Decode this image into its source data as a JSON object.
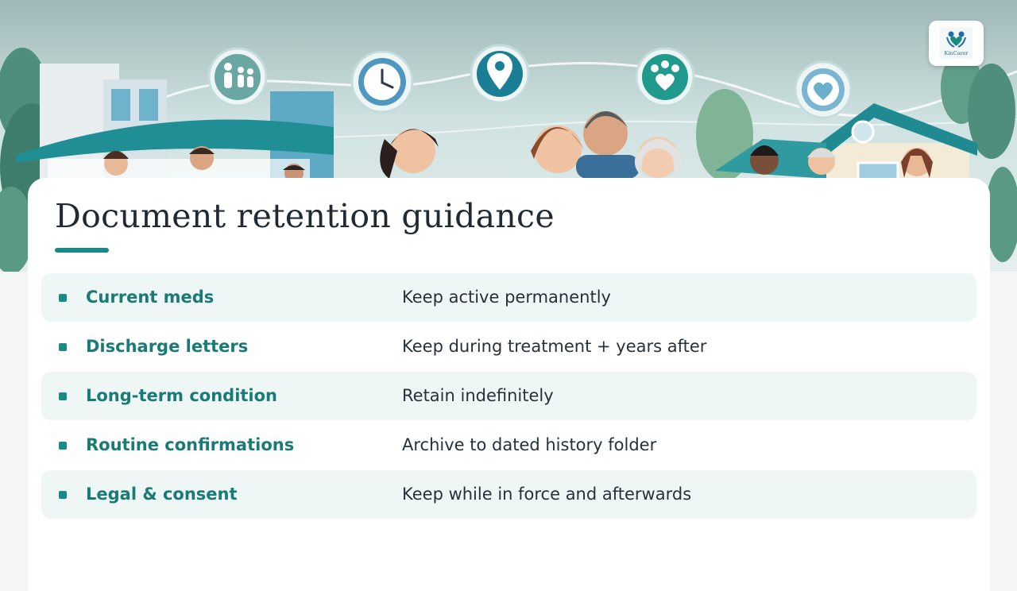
{
  "logo": {
    "text": "KinCarer",
    "icon": "family-heart-icon"
  },
  "banner": {
    "icons": [
      "family-icon",
      "clock-icon",
      "location-pin-icon",
      "group-heart-icon",
      "heart-icon"
    ]
  },
  "title": "Document retention guidance",
  "rows": [
    {
      "label": "Current meds",
      "value": "Keep active permanently"
    },
    {
      "label": "Discharge letters",
      "value": "Keep during treatment + years after"
    },
    {
      "label": "Long-term condition",
      "value": "Retain indefinitely"
    },
    {
      "label": "Routine confirmations",
      "value": "Archive to dated history folder"
    },
    {
      "label": "Legal & consent",
      "value": "Keep while in force and afterwards"
    }
  ],
  "colors": {
    "accent": "#1a8a85",
    "row_shade": "#eff7f6",
    "title": "#1f2a33"
  }
}
